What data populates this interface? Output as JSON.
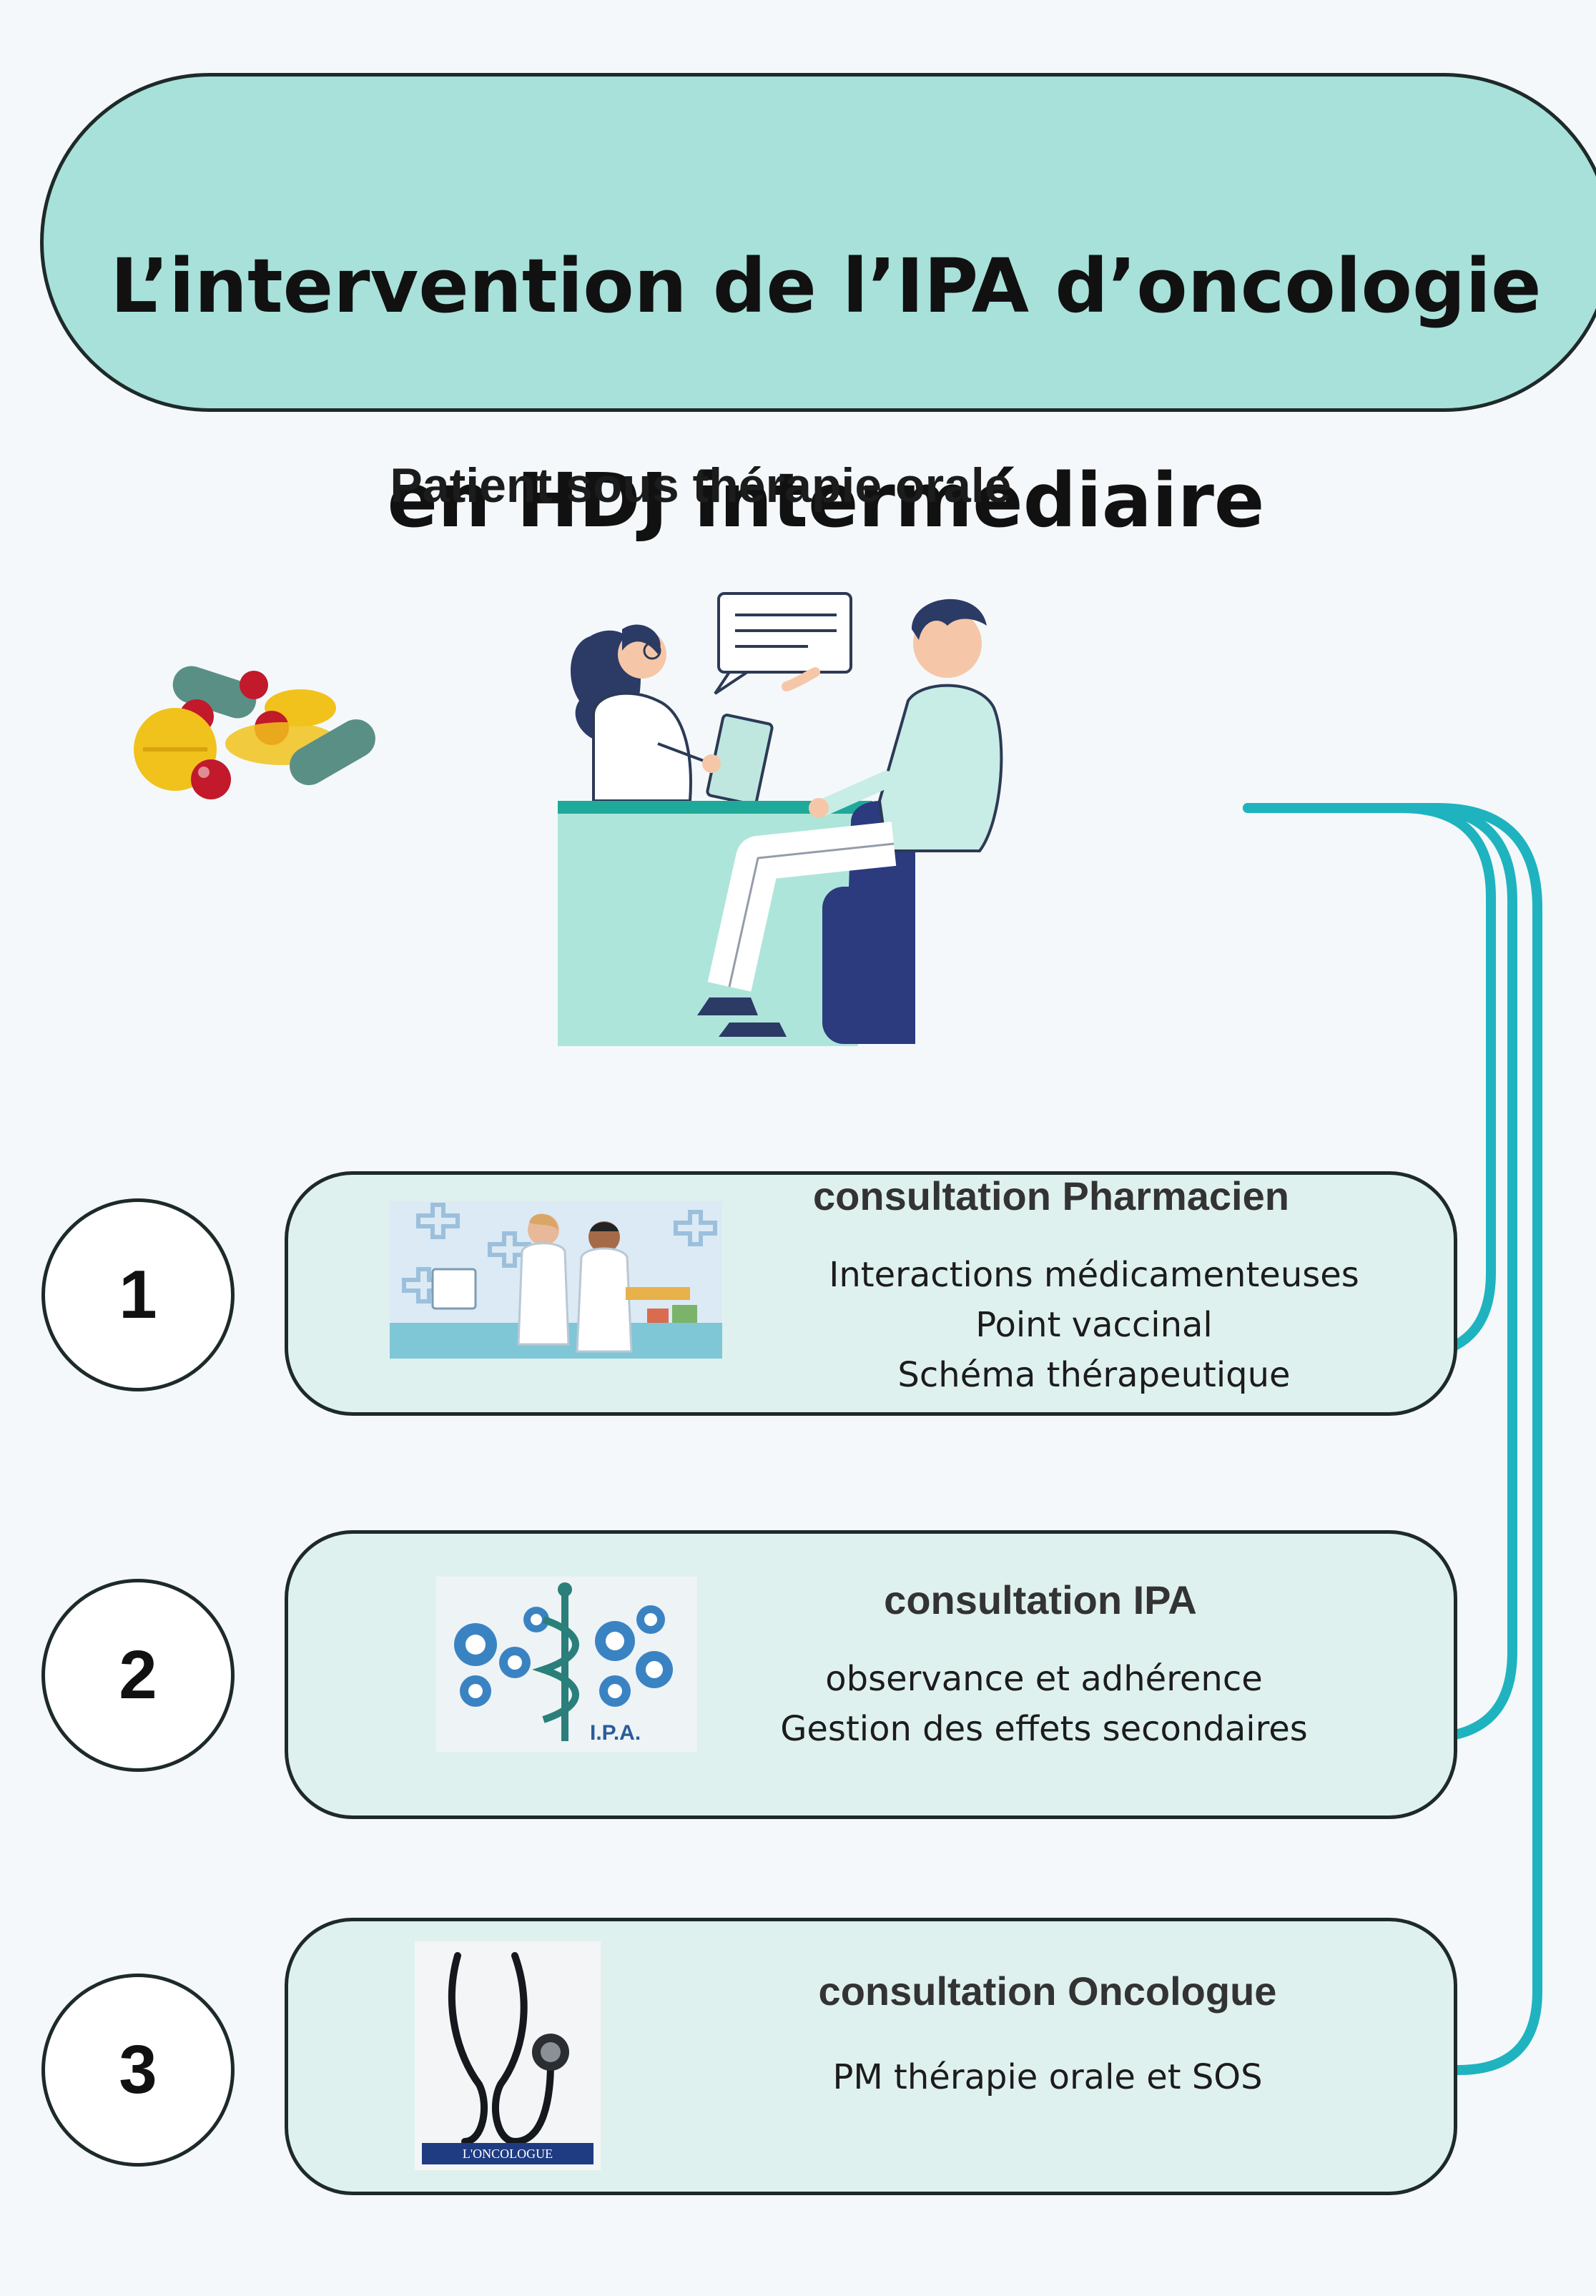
{
  "title": {
    "line1": "L’intervention de l’IPA d’oncologie",
    "line2": "en HDJ intermédiaire"
  },
  "subtitle": "Patient sous thérapie orale",
  "steps": [
    {
      "number": "1",
      "title": "consultation Pharmacien",
      "lines": [
        "Interactions médicamenteuses",
        "Point vaccinal",
        "Schéma thérapeutique"
      ],
      "image": "pharmacists-illustration"
    },
    {
      "number": "2",
      "title": "consultation IPA",
      "lines": [
        "observance et adhérence",
        "Gestion des effets secondaires"
      ],
      "image": "ipa-gears-caduceus",
      "image_label": "I.P.A."
    },
    {
      "number": "3",
      "title": "consultation Oncologue",
      "lines": [
        "PM thérapie orale et SOS"
      ],
      "image": "stethoscope",
      "image_label": "L'ONCOLOGUE"
    }
  ],
  "colors": {
    "banner": "#a8e1d9",
    "card": "#dff1ee",
    "arrow": "#1fb3c0",
    "outline": "#1e2a2a"
  }
}
